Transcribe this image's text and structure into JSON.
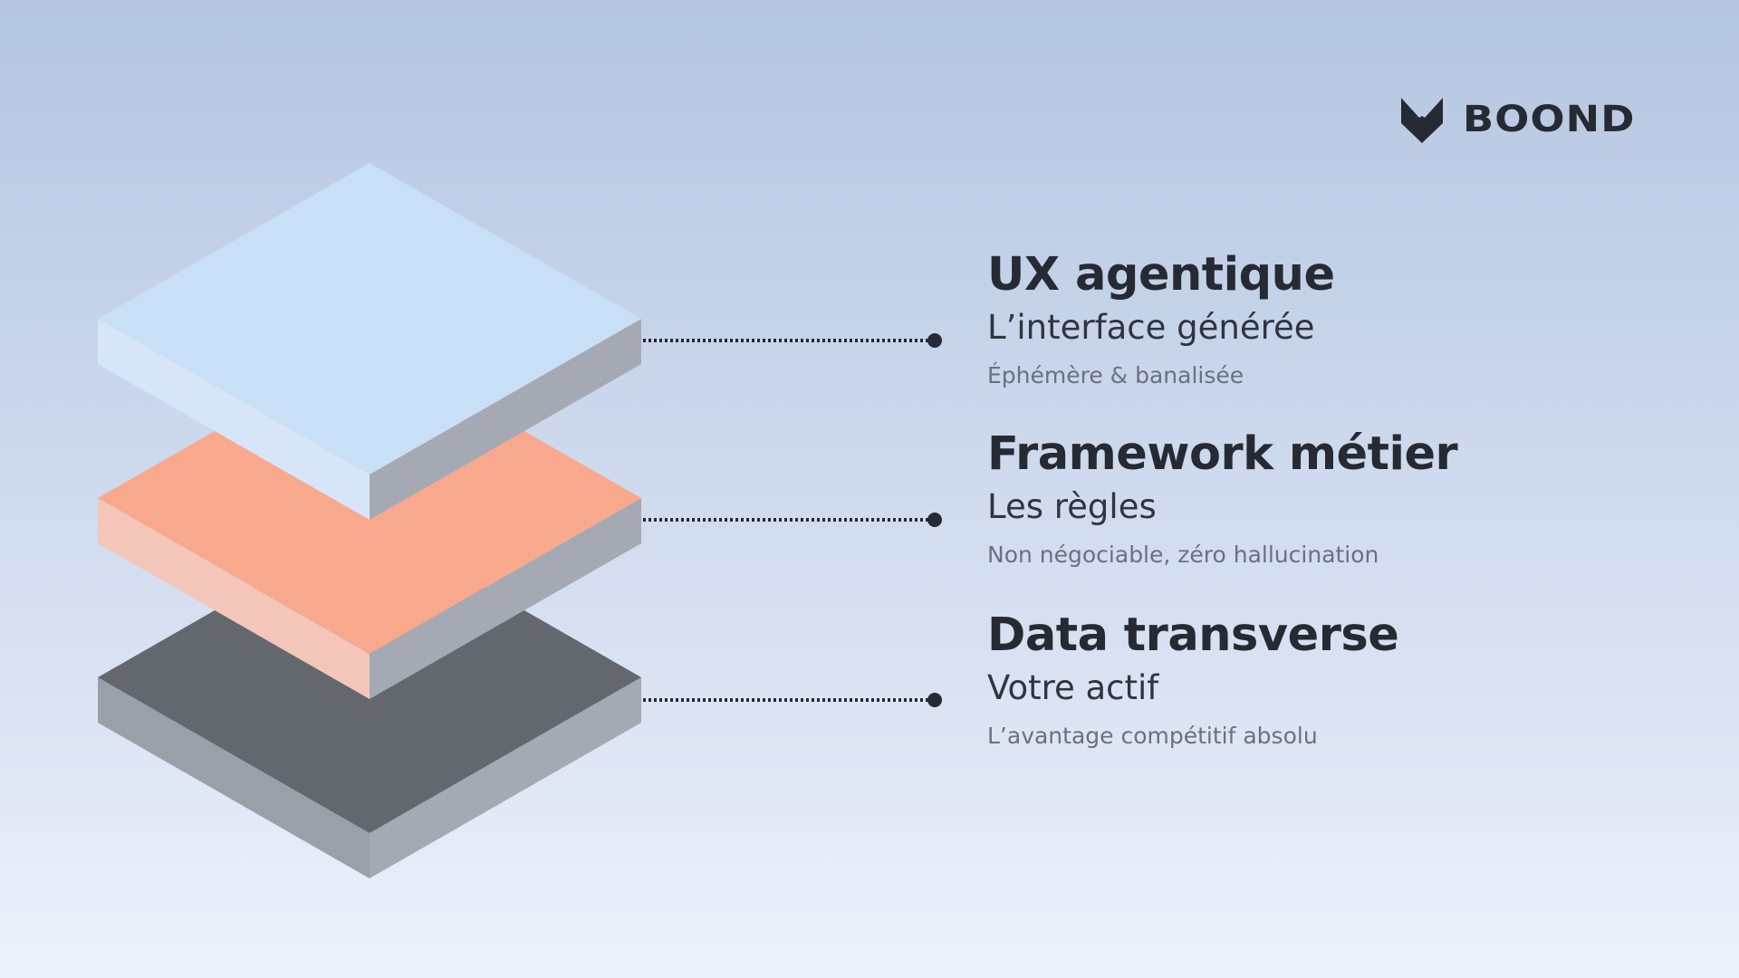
{
  "brand": {
    "name": "BOOND",
    "logo_icon": "fox-head-icon",
    "color": "#262a33"
  },
  "layers": [
    {
      "title": "UX agentique",
      "subtitle": "L’interface générée",
      "description": "Éphémère & banalisée",
      "colors": {
        "top": "#c9dff5",
        "left": "#d6e6f8",
        "right": "#a4a9b3"
      }
    },
    {
      "title": "Framework métier",
      "subtitle": "Les règles",
      "description": "Non négociable, zéro hallucination",
      "colors": {
        "top": "#f8a98d",
        "left": "#f3c6b9",
        "right": "#a4a9b3"
      }
    },
    {
      "title": "Data transverse",
      "subtitle": "Votre actif",
      "description": "L’avantage compétitif absolu",
      "colors": {
        "top": "#63676e",
        "left": "#9b9fa7",
        "right": "#a4a9b3"
      }
    }
  ],
  "connector_color": "#262a33"
}
